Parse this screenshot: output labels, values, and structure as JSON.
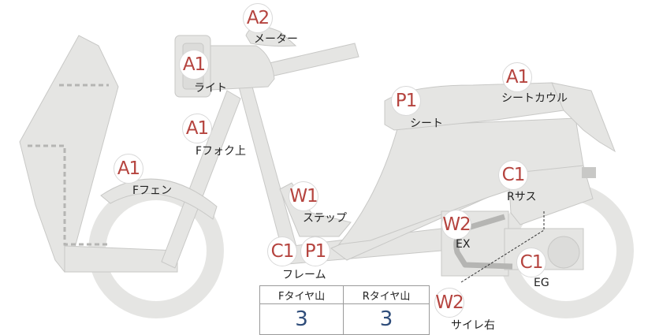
{
  "parts": [
    {
      "id": "meter",
      "grade": "A2",
      "label": "メーター"
    },
    {
      "id": "light",
      "grade": "A1",
      "label": "ライト"
    },
    {
      "id": "ffork",
      "grade": "A1",
      "label": "Fフォク上"
    },
    {
      "id": "ffender",
      "grade": "A1",
      "label": "Fフェン"
    },
    {
      "id": "step",
      "grade": "W1",
      "label": "ステップ"
    },
    {
      "id": "frame_c",
      "grade": "C1",
      "label": ""
    },
    {
      "id": "frame_p",
      "grade": "P1",
      "label": "フレーム"
    },
    {
      "id": "seat",
      "grade": "P1",
      "label": "シート"
    },
    {
      "id": "seatcowl",
      "grade": "A1",
      "label": "シートカウル"
    },
    {
      "id": "rsus",
      "grade": "C1",
      "label": "Rサス"
    },
    {
      "id": "ex",
      "grade": "W2",
      "label": "EX"
    },
    {
      "id": "eg",
      "grade": "C1",
      "label": "EG"
    },
    {
      "id": "muffler_r",
      "grade": "W2",
      "label": "サイレ右"
    }
  ],
  "tread": {
    "headers": [
      "Fタイヤ山",
      "Rタイヤ山"
    ],
    "values": [
      "3",
      "3"
    ]
  }
}
